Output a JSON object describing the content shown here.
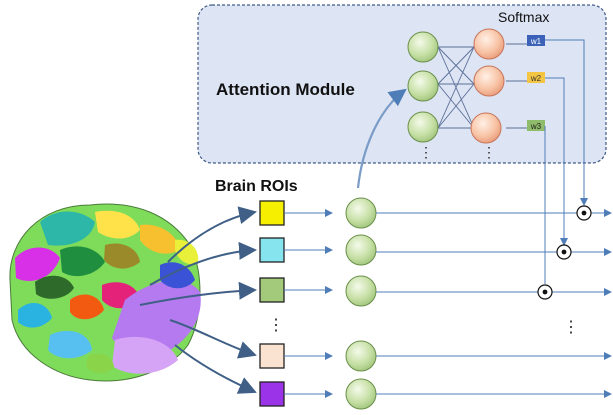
{
  "attention_module": {
    "title": "Attention Module",
    "softmax_label": "Softmax",
    "weights": [
      {
        "label": "w1",
        "color": "#3b62b8"
      },
      {
        "label": "w2",
        "color": "#f4c542"
      },
      {
        "label": "w3",
        "color": "#8fbc6a"
      }
    ],
    "ellipsis": "⋮"
  },
  "brain_rois": {
    "title": "Brain ROIs",
    "ellipsis": "⋮",
    "roi_colors": [
      "#f6f000",
      "#86e4ee",
      "#a3c97a",
      "#fbe3d2",
      "#9b34e8"
    ]
  },
  "colors": {
    "module_bg": "#dde4f4",
    "module_border": "#3f5a86",
    "node_green": "#c7e0a6",
    "node_orange": "#f6bfa0",
    "arrow": "#4f7db8"
  }
}
